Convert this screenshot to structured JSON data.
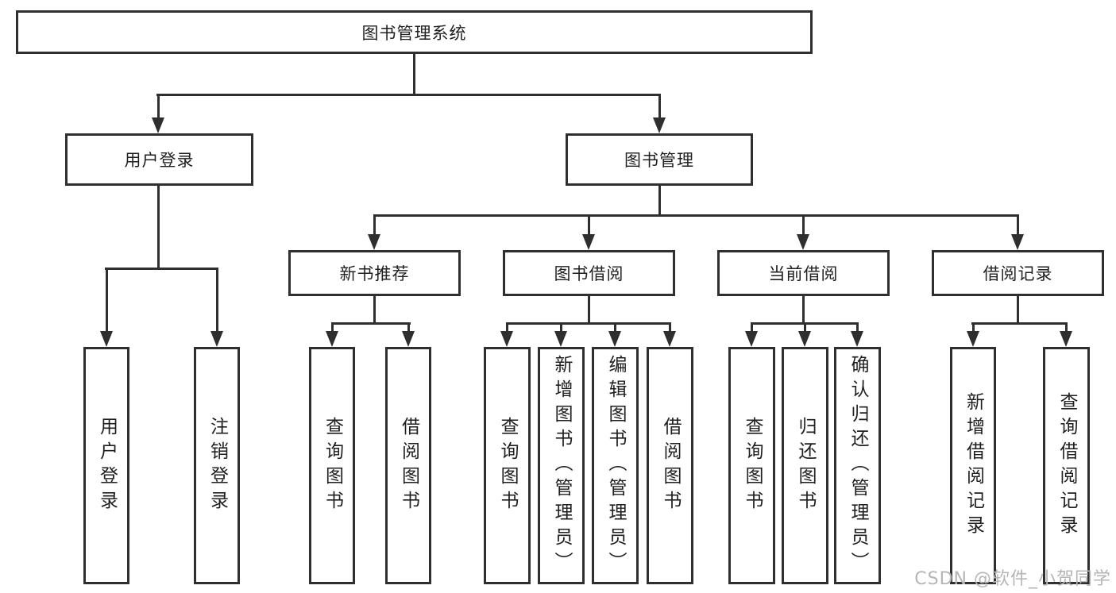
{
  "diagram": {
    "title": "图书管理系统",
    "level2": {
      "user_login": "用户登录",
      "book_management": "图书管理"
    },
    "level3": {
      "new_book_recommend": "新书推荐",
      "book_borrow": "图书借阅",
      "current_borrow": "当前借阅",
      "borrow_records": "借阅记录"
    },
    "leaves": {
      "user_login": [
        "用户登录",
        "注销登录"
      ],
      "new_book_recommend": [
        "查询图书",
        "借阅图书"
      ],
      "book_borrow": [
        "查询图书",
        "新增图书（管理员）",
        "编辑图书（管理员）",
        "借阅图书"
      ],
      "current_borrow": [
        "查询图书",
        "归还图书",
        "确认归还（管理员）"
      ],
      "borrow_records": [
        "新增借阅记录",
        "查询借阅记录"
      ]
    },
    "watermark": "CSDN @软件_小贺同学",
    "colors": {
      "line": "#2f2f2f",
      "text": "#1f1f1f",
      "watermark": "#b5b5b5",
      "background": "#ffffff"
    }
  }
}
